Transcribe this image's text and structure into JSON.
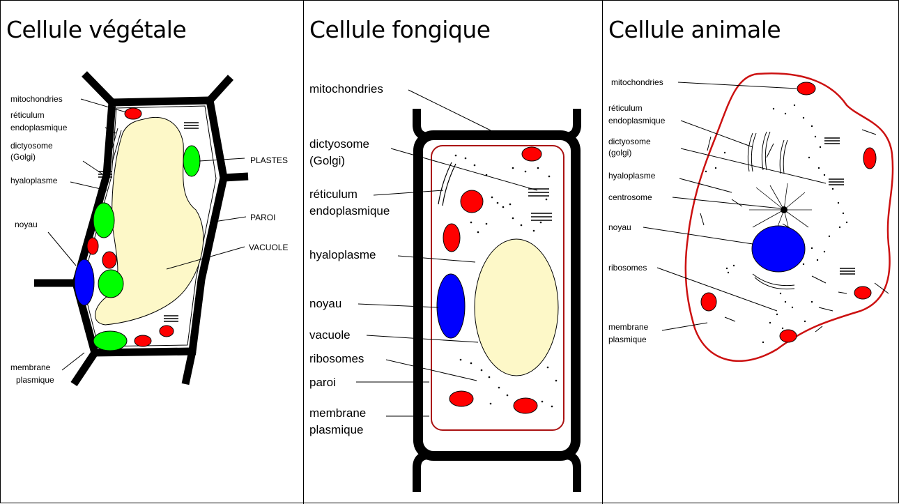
{
  "columns": [
    {
      "title": "Cellule végétale",
      "labels": {
        "mitochondries": "mitochondries",
        "reticulum1": "réticulum",
        "reticulum2": "endoplasmique",
        "dictyosome1": "dictyosome",
        "dictyosome2": "(Golgi)",
        "hyaloplasme": "hyaloplasme",
        "noyau": "noyau",
        "membrane1": "membrane",
        "membrane2": "plasmique",
        "plastes": "PLASTES",
        "paroi": "PAROI",
        "vacuole": "VACUOLE"
      }
    },
    {
      "title": "Cellule fongique",
      "labels": {
        "mitochondries": "mitochondries",
        "dictyosome1": "dictyosome",
        "dictyosome2": "(Golgi)",
        "reticulum1": "réticulum",
        "reticulum2": "endoplasmique",
        "hyaloplasme": "hyaloplasme",
        "noyau": "noyau",
        "vacuole": "vacuole",
        "ribosomes": "ribosomes",
        "paroi": "paroi",
        "membrane1": "membrane",
        "membrane2": "plasmique"
      }
    },
    {
      "title": "Cellule animale",
      "labels": {
        "mitochondries": "mitochondries",
        "reticulum1": "réticulum",
        "reticulum2": "endoplasmique",
        "dictyosome1": "dictyosome",
        "dictyosome2": "(golgi)",
        "hyaloplasme": "hyaloplasme",
        "centrosome": "centrosome",
        "noyau": "noyau",
        "ribosomes": "ribosomes",
        "membrane1": "membrane",
        "membrane2": "plasmique"
      }
    }
  ],
  "colors": {
    "mitochondria": "#ff0000",
    "nucleus": "#0000ff",
    "plastid": "#00ff00",
    "vacuole": "#fdf8c8",
    "membrane_red": "#cc0000",
    "wall": "#000000"
  }
}
